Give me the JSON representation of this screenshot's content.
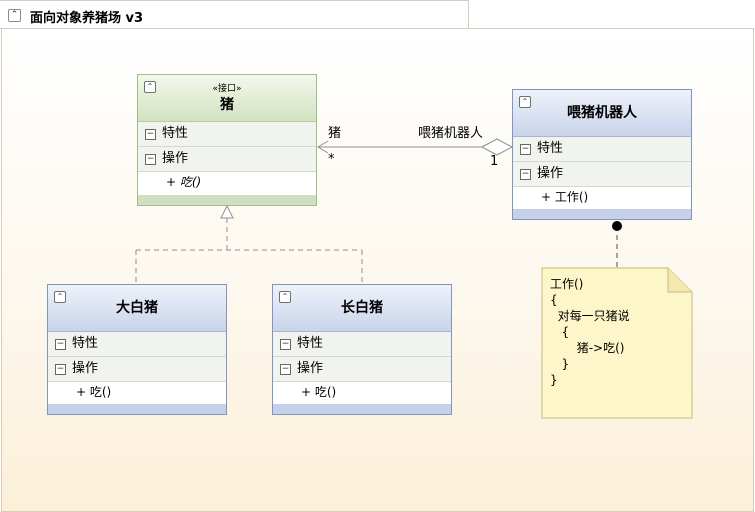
{
  "diagram": {
    "title": "面向对象养猪场 v3"
  },
  "classes": {
    "pig": {
      "stereotype": "«接口»",
      "name": "猪",
      "attributes_label": "特性",
      "operations_label": "操作",
      "operations": [
        "+ 吃()"
      ]
    },
    "robot": {
      "name": "喂猪机器人",
      "attributes_label": "特性",
      "operations_label": "操作",
      "operations": [
        "+ 工作()"
      ]
    },
    "white_pig": {
      "name": "大白猪",
      "attributes_label": "特性",
      "operations_label": "操作",
      "operations": [
        "+ 吃()"
      ]
    },
    "long_white_pig": {
      "name": "长白猪",
      "attributes_label": "特性",
      "operations_label": "操作",
      "operations": [
        "+ 吃()"
      ]
    }
  },
  "association": {
    "role_pig": "猪",
    "role_robot": "喂猪机器人",
    "mult_pig": "*",
    "mult_robot": "1"
  },
  "note": {
    "text": "工作()\n{\n  对每一只猪说\n   {\n       猪->吃()\n   }\n}"
  },
  "colors": {
    "interface_header": "#d2e2c0",
    "class_header": "#c9d3ea",
    "note_fill": "#fdf6c8",
    "canvas_bottom": "#fbefd7"
  }
}
